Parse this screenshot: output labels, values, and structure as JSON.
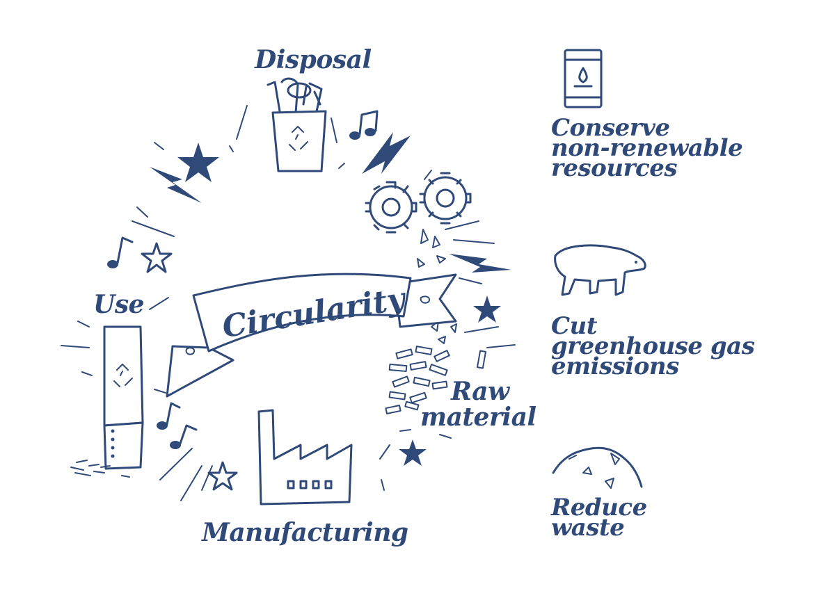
{
  "diagram": {
    "banner": {
      "label": "Circularity"
    },
    "stages": {
      "disposal": "Disposal",
      "use": "Use",
      "manufacturing": "Manufacturing",
      "raw_material_line1": "Raw",
      "raw_material_line2": "material"
    },
    "benefits": [
      {
        "icon": "oil-barrel-icon",
        "lines": [
          "Conserve",
          "non-renewable",
          "resources"
        ]
      },
      {
        "icon": "polar-bear-icon",
        "lines": [
          "Cut",
          "greenhouse gas",
          "emissions"
        ]
      },
      {
        "icon": "waste-pile-icon",
        "lines": [
          "Reduce",
          "waste"
        ]
      }
    ],
    "ink_color": "#2f4a78"
  }
}
